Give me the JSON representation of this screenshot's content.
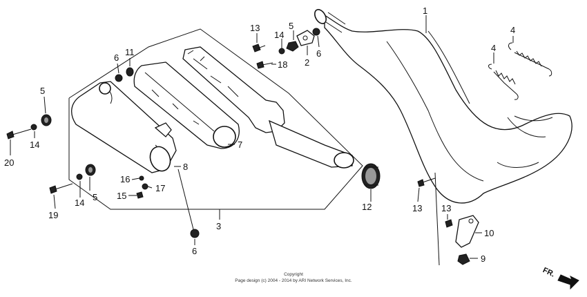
{
  "parts": [
    {
      "id": "p1",
      "label": "1"
    },
    {
      "id": "p2",
      "label": "2"
    },
    {
      "id": "p3",
      "label": "3"
    },
    {
      "id": "p4a",
      "label": "4"
    },
    {
      "id": "p4b",
      "label": "4"
    },
    {
      "id": "p5a",
      "label": "5"
    },
    {
      "id": "p5b",
      "label": "5"
    },
    {
      "id": "p5c",
      "label": "5"
    },
    {
      "id": "p6a",
      "label": "6"
    },
    {
      "id": "p6b",
      "label": "6"
    },
    {
      "id": "p6c",
      "label": "6"
    },
    {
      "id": "p7",
      "label": "7"
    },
    {
      "id": "p8",
      "label": "8"
    },
    {
      "id": "p9",
      "label": "9"
    },
    {
      "id": "p10",
      "label": "10"
    },
    {
      "id": "p11",
      "label": "11"
    },
    {
      "id": "p12",
      "label": "12"
    },
    {
      "id": "p13a",
      "label": "13"
    },
    {
      "id": "p13b",
      "label": "13"
    },
    {
      "id": "p13c",
      "label": "13"
    },
    {
      "id": "p14a",
      "label": "14"
    },
    {
      "id": "p14b",
      "label": "14"
    },
    {
      "id": "p14c",
      "label": "14"
    },
    {
      "id": "p15",
      "label": "15"
    },
    {
      "id": "p16",
      "label": "16"
    },
    {
      "id": "p17",
      "label": "17"
    },
    {
      "id": "p18",
      "label": "18"
    },
    {
      "id": "p19",
      "label": "19"
    },
    {
      "id": "p20",
      "label": "20"
    }
  ],
  "copyright": {
    "line1": "Copyright",
    "line2": "Page design (c) 2004 - 2014 by ARI Network Services, Inc."
  },
  "direction_label": "FR."
}
